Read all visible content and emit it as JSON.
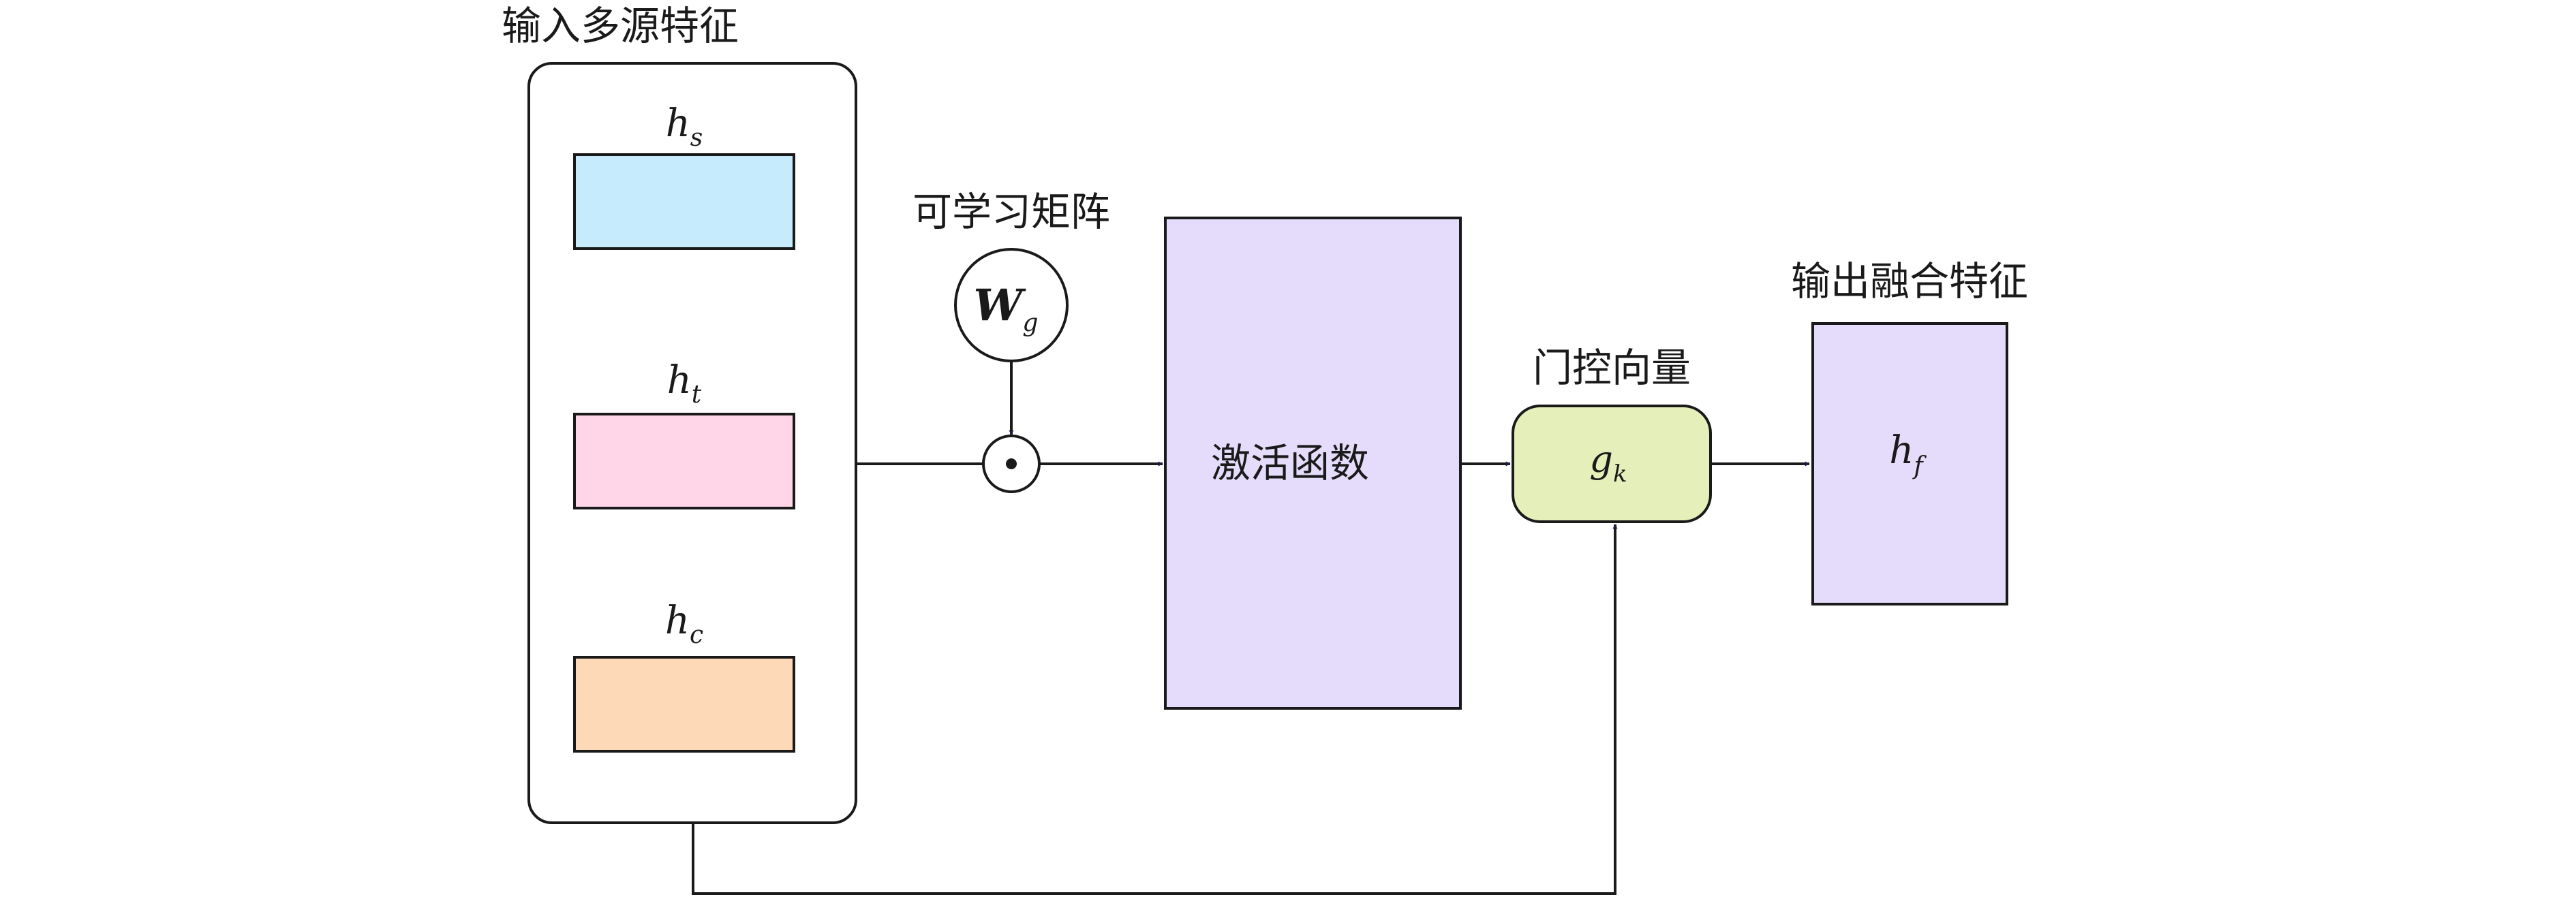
{
  "input_group": {
    "title": "输入多源特征",
    "features": [
      {
        "base": "h",
        "sub": "s",
        "color": "#c5ebfd"
      },
      {
        "base": "h",
        "sub": "t",
        "color": "#ffd5e7"
      },
      {
        "base": "h",
        "sub": "c",
        "color": "#fed9b7"
      }
    ]
  },
  "weight": {
    "title": "可学习矩阵",
    "base": "W",
    "sub": "g"
  },
  "multiply": {
    "symbol": "⊙"
  },
  "activation": {
    "label": "激活函数",
    "color": "#e5dcfb"
  },
  "gate": {
    "title": "门控向量",
    "base": "g",
    "sub": "k",
    "color": "#e5efb9"
  },
  "output": {
    "title": "输出融合特征",
    "base": "h",
    "sub": "f",
    "color": "#e5dcfb"
  },
  "colors": {
    "stroke": "#1a1a1a",
    "arrow": "#1e1e4a",
    "panel_fill": "#ffffff"
  }
}
